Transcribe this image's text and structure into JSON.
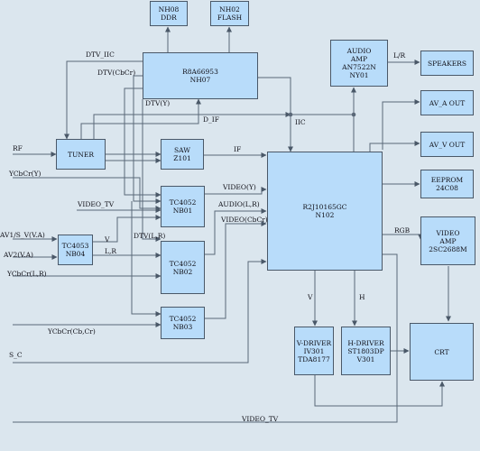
{
  "blocks": {
    "nh08": {
      "line1": "NH08",
      "line2": "DDR"
    },
    "nh02": {
      "line1": "NH02",
      "line2": "FLASH"
    },
    "decoder": {
      "line1": "R8A66953",
      "line2": "NH07"
    },
    "audio_amp": {
      "line1": "AUDIO",
      "line2": "AMP",
      "line3": "AN7522N",
      "line4": "NY01"
    },
    "speakers": {
      "line1": "SPEAKERS"
    },
    "av_a_out": {
      "line1": "AV_A OUT"
    },
    "av_v_out": {
      "line1": "AV_V OUT"
    },
    "tuner": {
      "line1": "TUNER"
    },
    "saw": {
      "line1": "SAW",
      "line2": "Z101"
    },
    "main_chip": {
      "line1": "R2J10165GC",
      "line2": "N102"
    },
    "eeprom": {
      "line1": "EEPROM",
      "line2": "24C08"
    },
    "tc4052_nb01": {
      "line1": "TC4052",
      "line2": "NB01"
    },
    "tc4053": {
      "line1": "TC4053",
      "line2": "NB04"
    },
    "tc4052_nb02": {
      "line1": "TC4052",
      "line2": "NB02"
    },
    "video_amp": {
      "line1": "VIDEO",
      "line2": "AMP",
      "line3": "2SC2688M"
    },
    "tc4052_nb03": {
      "line1": "TC4052",
      "line2": "NB03"
    },
    "v_driver": {
      "line1": "V-DRIVER",
      "line2": "IV301",
      "line3": "TDA8177"
    },
    "h_driver": {
      "line1": "H-DRIVER",
      "line2": "ST1803DP",
      "line3": "V301"
    },
    "crt": {
      "line1": "CRT"
    }
  },
  "labels": {
    "dtv_iic": "DTV_IIC",
    "dtv_cbcr": "DTV(CbCr)",
    "dtv_y": "DTV(Y)",
    "d_if": "D_IF",
    "iic": "IIC",
    "rf": "RF",
    "ycbcr_y": "YCbCr(Y)",
    "if": "IF",
    "video_tv_top": "VIDEO_TV",
    "video_y": "VIDEO(Y)",
    "audio_lr": "AUDIO(L,R)",
    "video_cbcr": "VIDEO(CbCr)",
    "av1_s_v": "AV1/S_V(V.A)",
    "v": "V",
    "av2": "AV2(V.A)",
    "lr_mid": "L,R",
    "dtv_lr": "DTV(L,R)",
    "ycbcr_lr": "YCbCr(L,R)",
    "ycbcr_cbcr": "YCbCr(Cb,Cr)",
    "s_c": "S_C",
    "video_tv_bottom": "VIDEO_TV",
    "lr_right": "L/R",
    "rgb": "RGB",
    "v_out": "V",
    "h_out": "H"
  }
}
